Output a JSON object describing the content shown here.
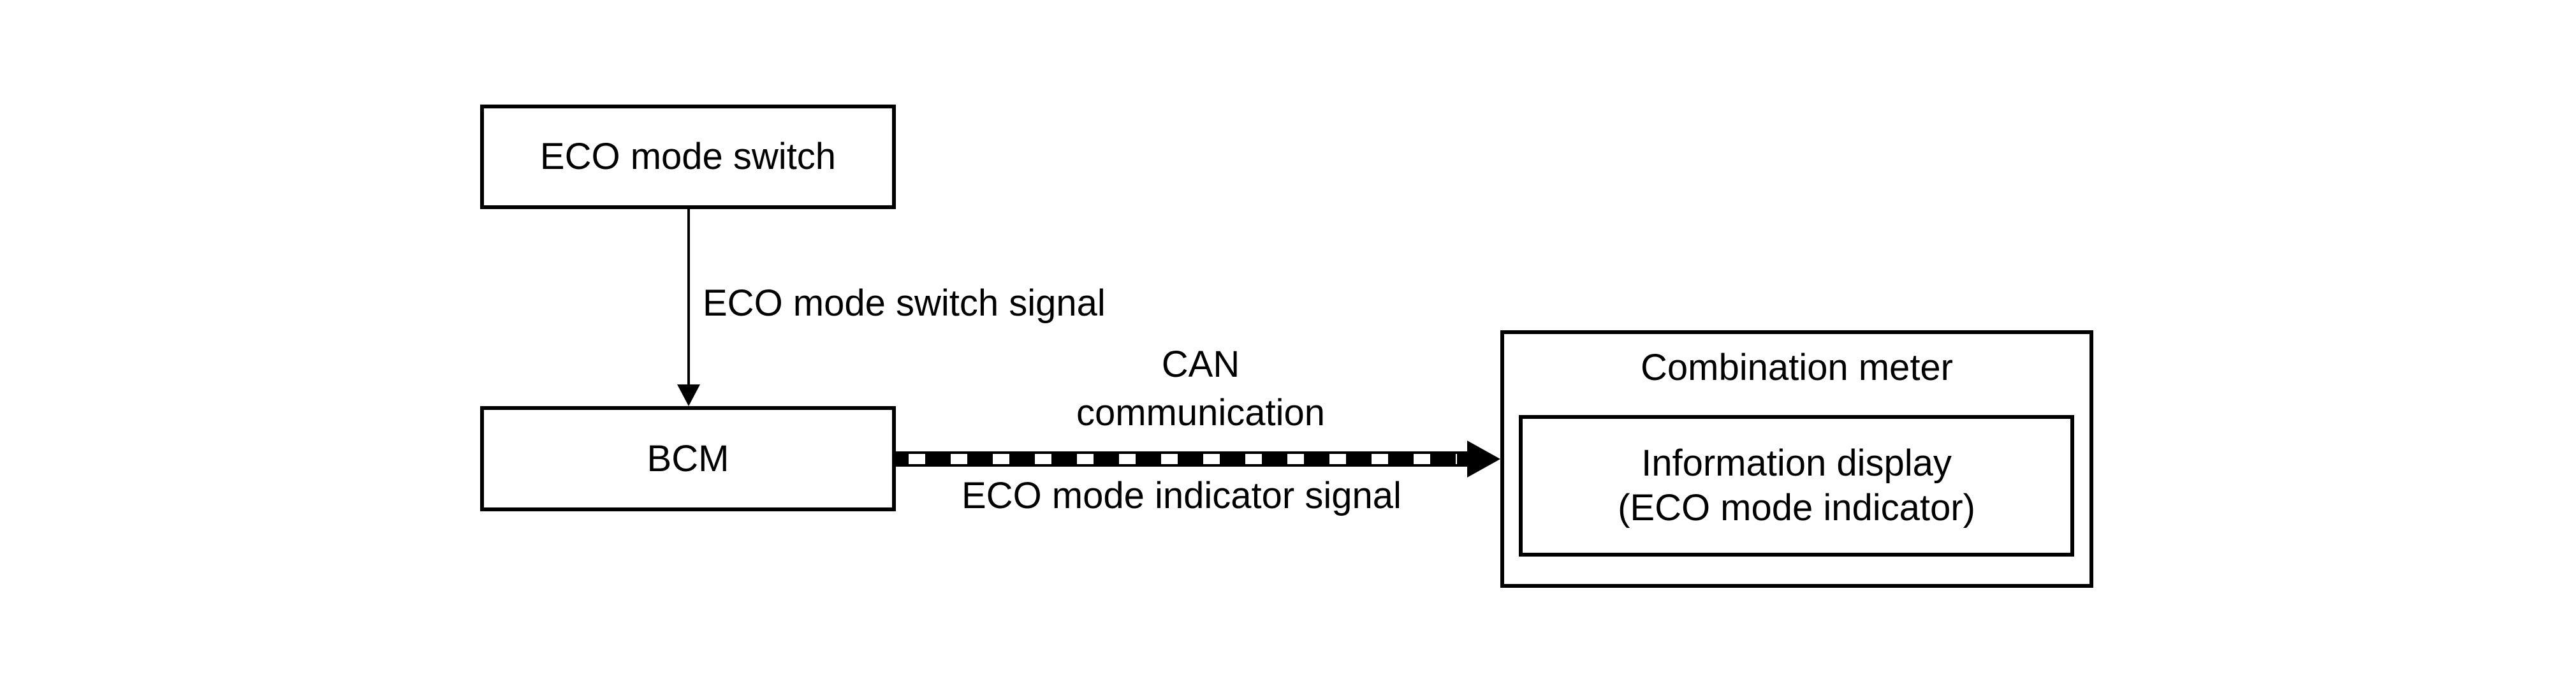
{
  "colors": {
    "background": "#ffffff",
    "line": "#000000",
    "text": "#000000"
  },
  "nodes": {
    "eco_mode_switch": {
      "label": "ECO mode switch"
    },
    "bcm": {
      "label": "BCM"
    },
    "combination_meter": {
      "title": "Combination meter",
      "information_display": {
        "line1": "Information display",
        "line2": "(ECO mode indicator)"
      }
    }
  },
  "edges": {
    "switch_to_bcm": {
      "type": "solid-arrow-down",
      "label": "ECO mode switch signal"
    },
    "bcm_to_meter": {
      "type": "thick-dashed-arrow-right",
      "label_above_line1": "CAN",
      "label_above_line2": "communication",
      "label_below": "ECO mode indicator signal"
    }
  }
}
